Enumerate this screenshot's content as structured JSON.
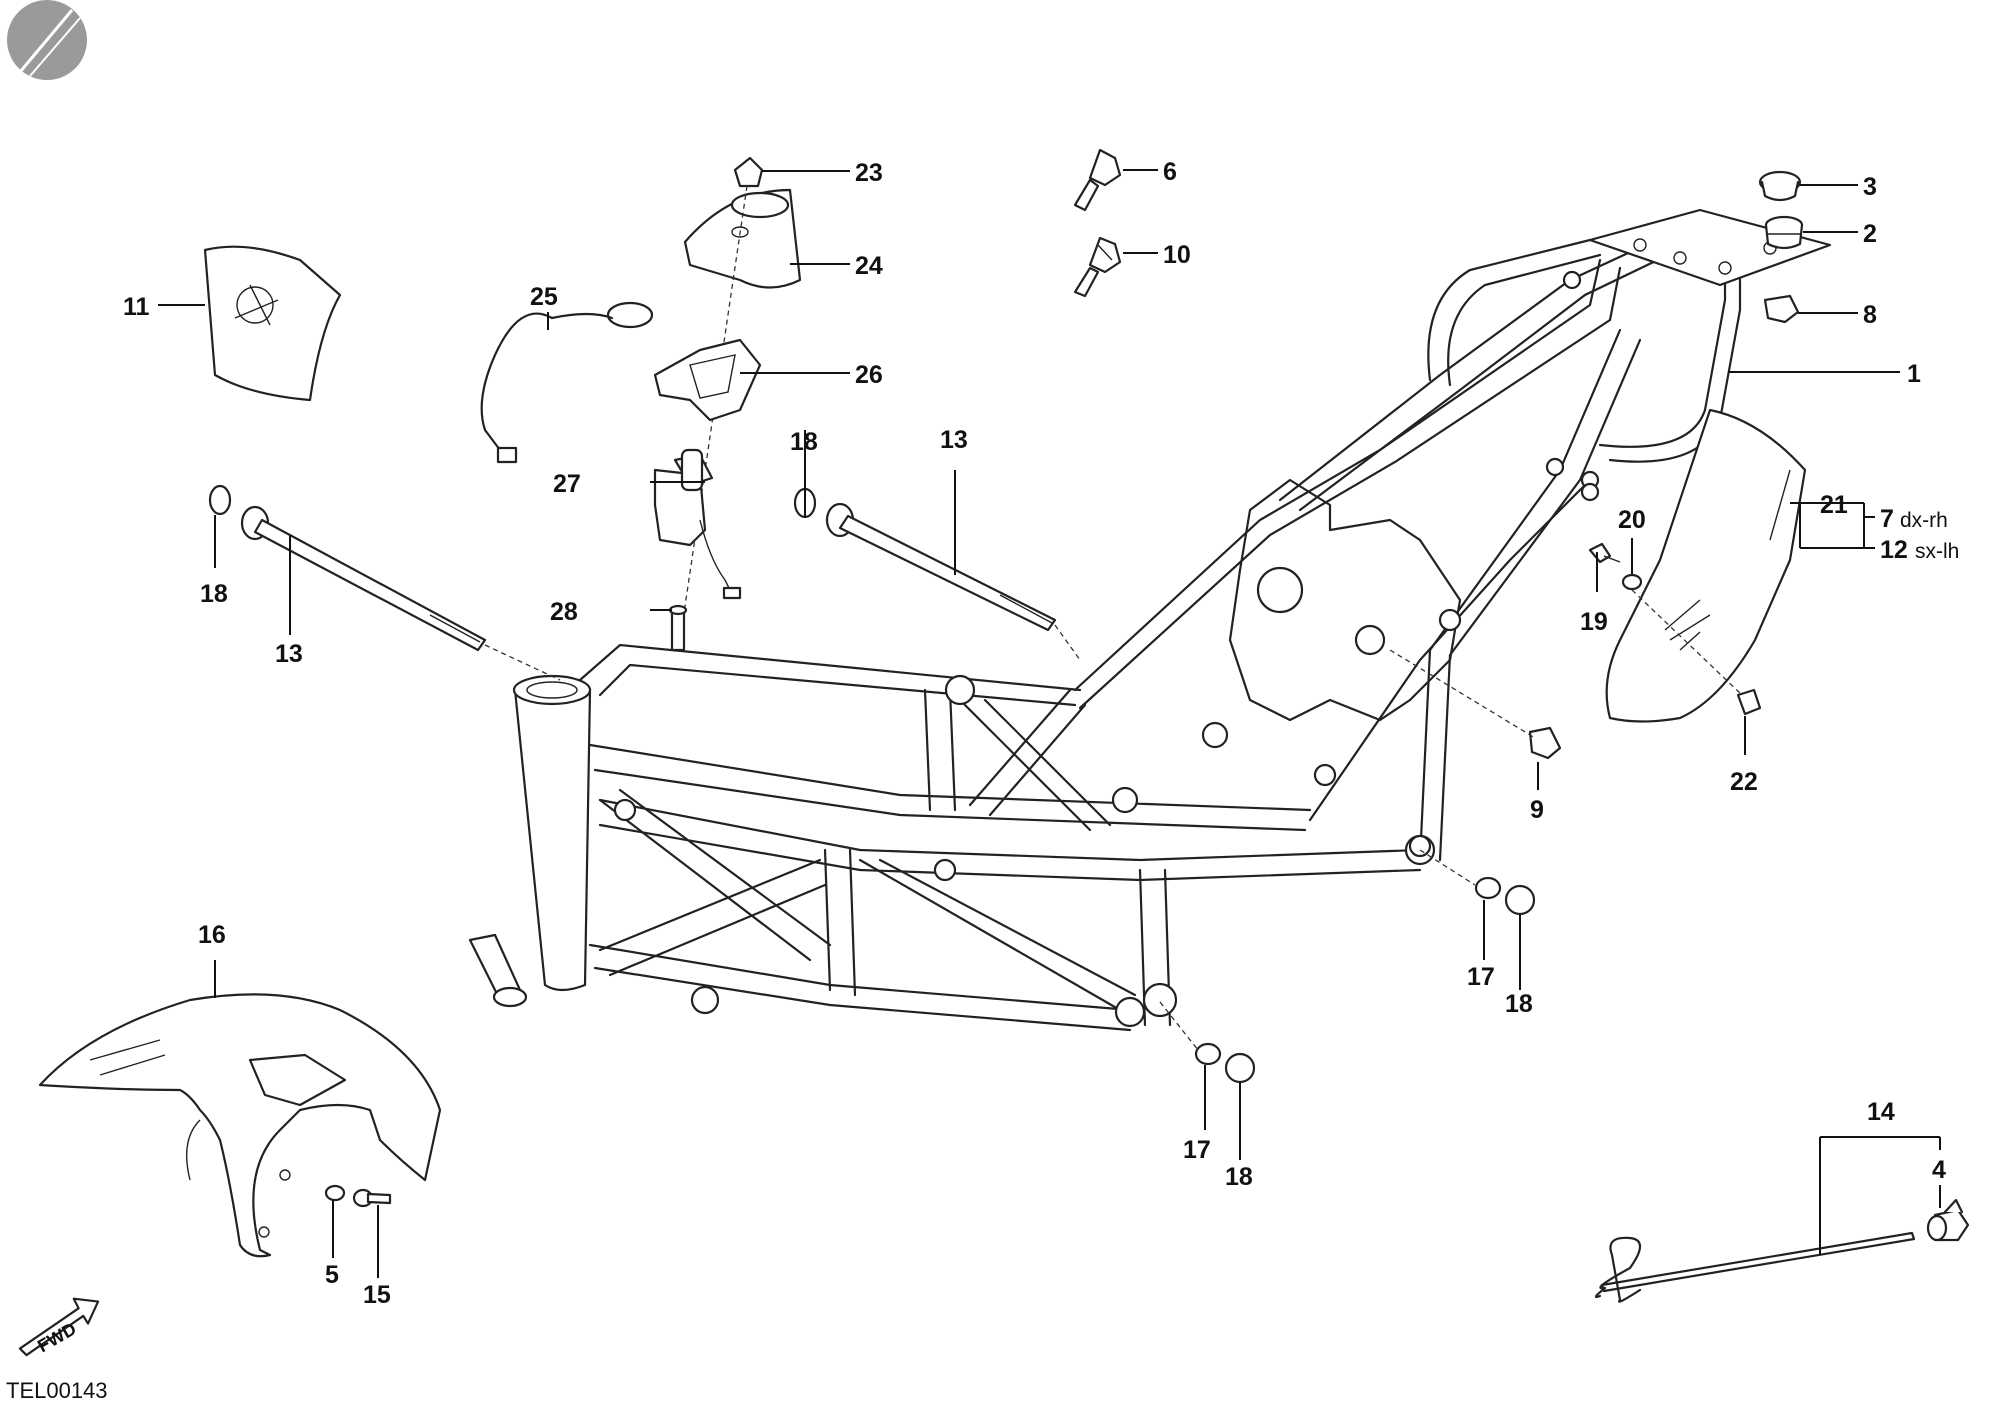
{
  "drawing_code": "TEL00143",
  "fwd_label": "FWD",
  "callouts": {
    "c1": "1",
    "c2": "2",
    "c3": "3",
    "c4": "4",
    "c5": "5",
    "c6": "6",
    "c7": "7",
    "c7_suffix": "dx-rh",
    "c8": "8",
    "c9": "9",
    "c10": "10",
    "c11": "11",
    "c12": "12",
    "c12_suffix": "sx-lh",
    "c13a": "13",
    "c13b": "13",
    "c14": "14",
    "c15": "15",
    "c16": "16",
    "c17a": "17",
    "c17b": "17",
    "c18a": "18",
    "c18b": "18",
    "c18c": "18",
    "c18d": "18",
    "c19": "19",
    "c20": "20",
    "c21": "21",
    "c22": "22",
    "c23": "23",
    "c24": "24",
    "c25": "25",
    "c26": "26",
    "c27": "27",
    "c28": "28"
  }
}
